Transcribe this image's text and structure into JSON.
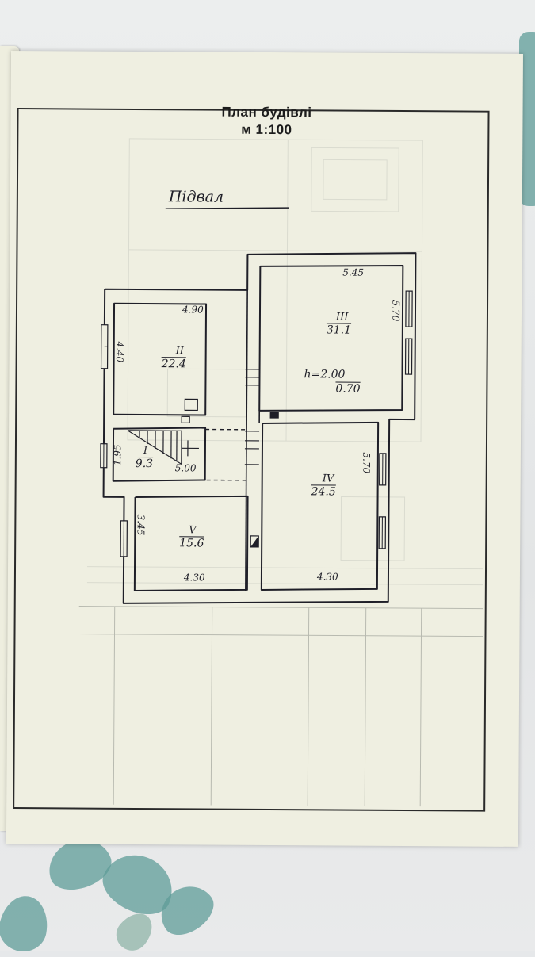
{
  "document": {
    "title": "План будівлі",
    "scale": "м 1:100",
    "floor_label": "Підвал"
  },
  "rooms": [
    {
      "number": "I",
      "area": "9.3"
    },
    {
      "number": "II",
      "area": "22.4"
    },
    {
      "number": "III",
      "area": "31.1"
    },
    {
      "number": "IV",
      "area": "24.5"
    },
    {
      "number": "V",
      "area": "15.6"
    }
  ],
  "dimensions": {
    "room2_width": "4.90",
    "room2_height": "4.40",
    "room3_width": "5.45",
    "room3_height": "5.70",
    "room3_note_line1": "h=2.00",
    "room3_note_line2": "0.70",
    "room1_height": "1.95",
    "room1_width": "5.00",
    "room4_height": "5.70",
    "room4_width": "4.30",
    "room5_height": "3.45",
    "room5_width": "4.30"
  },
  "colors": {
    "paper": "#efefe1",
    "ink": "#1f1f28",
    "faint_print": "#c9cbc2"
  }
}
